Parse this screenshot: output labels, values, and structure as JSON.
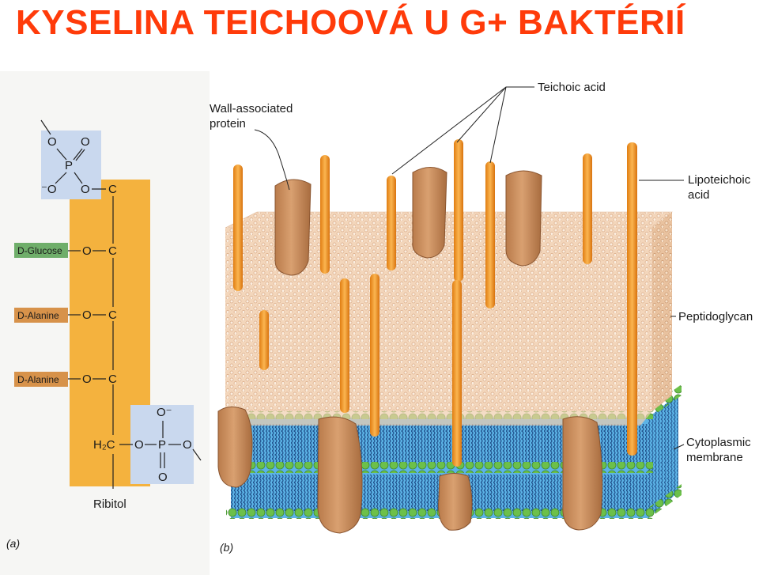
{
  "slide": {
    "title": "KYSELINA TEICHOOVÁ U G+ BAKTÉRIÍ",
    "title_color": "#ff3b0a"
  },
  "panel_a": {
    "letter": "(a)",
    "phosphate_top": {
      "o1": "O",
      "o2": "O",
      "p": "P",
      "o_minus": "⁻O",
      "o_link": "O",
      "c": "C"
    },
    "rows": [
      {
        "tag": "D-Glucose",
        "o": "O",
        "c": "C",
        "tag_color": "#6fae6a"
      },
      {
        "tag": "D-Alanine",
        "o": "O",
        "c": "C",
        "tag_color": "#d7924a"
      },
      {
        "tag": "D-Alanine",
        "o": "O",
        "c": "C",
        "tag_color": "#d7924a"
      }
    ],
    "phosphate_bottom": {
      "o_minus": "O⁻",
      "h2c": "H₂C",
      "o1": "O",
      "p": "P",
      "o2": "O",
      "o_bottom": "O"
    },
    "ribitol_label": "Ribitol",
    "colors": {
      "ribitol_band": "#f4b23e",
      "phosphate_box": "#c9d8ee"
    }
  },
  "panel_b": {
    "letter": "(b)",
    "labels": {
      "teichoic_acid": "Teichoic acid",
      "wall_protein_line1": "Wall-associated",
      "wall_protein_line2": "protein",
      "lipoteichoic_line1": "Lipoteichoic",
      "lipoteichoic_line2": "acid",
      "peptidoglycan": "Peptidoglycan",
      "membrane_line1": "Cytoplasmic",
      "membrane_line2": "membrane"
    },
    "colors": {
      "peptidoglycan": "#f2d3b6",
      "teichoic": "#f29b2a",
      "protein": "#c98b58",
      "membrane": "#5cb3e6",
      "lipid_head": "#6cc04a"
    }
  }
}
